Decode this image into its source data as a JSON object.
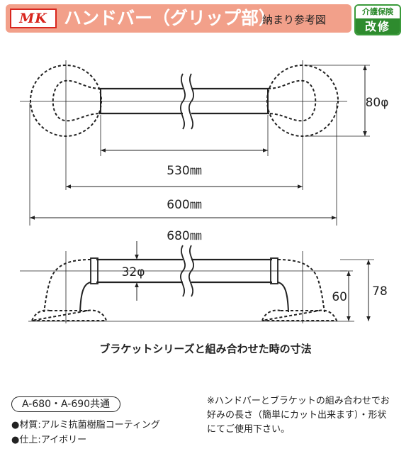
{
  "header": {
    "logo": "MK",
    "title": "ハンドバー（グリップ部）",
    "subtitle": "納まり参考図",
    "badge_top": "介護保険",
    "badge_bottom": "改修",
    "colors": {
      "header_bg": "#f2a08a",
      "logo_red": "#d8261e",
      "badge_green": "#2e8b2e"
    }
  },
  "dimensions": {
    "top_inner": "530㎜",
    "top_middle": "600㎜",
    "top_outer": "680㎜",
    "diameter_bracket": "80φ",
    "diameter_bar": "32φ",
    "height_center": "60",
    "height_total": "78"
  },
  "caption": "ブラケットシリーズと組み合わせた時の寸法",
  "models": "A-680・A-690共通",
  "specs": {
    "material": "●材質:アルミ抗菌樹脂コーティング",
    "finish": "●仕上:アイボリー"
  },
  "note": [
    "※ハンドバーとブラケットの組み合わせでお",
    "好みの長さ（簡単にカット出来ます）・形状",
    "にてご使用下さい。"
  ]
}
